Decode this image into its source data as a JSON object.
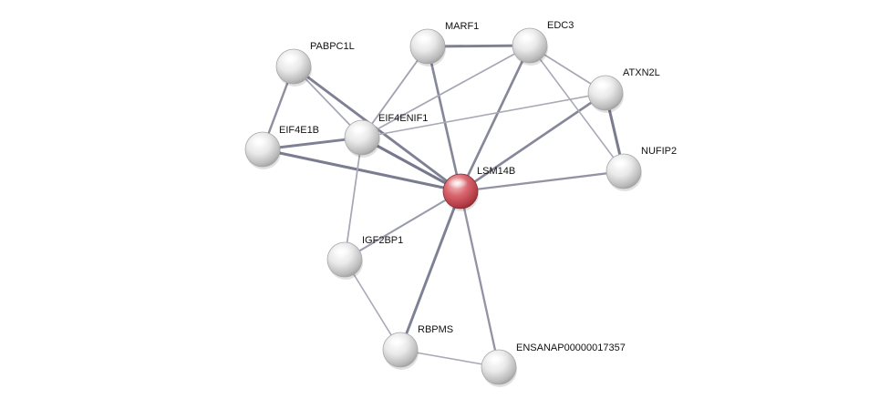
{
  "network": {
    "query_node": "LSM14B",
    "nodes": [
      {
        "id": "LSM14B",
        "label": "LSM14B",
        "query": true
      },
      {
        "id": "MARF1",
        "label": "MARF1",
        "query": false
      },
      {
        "id": "EDC3",
        "label": "EDC3",
        "query": false
      },
      {
        "id": "PABPC1L",
        "label": "PABPC1L",
        "query": false
      },
      {
        "id": "ATXN2L",
        "label": "ATXN2L",
        "query": false
      },
      {
        "id": "EIF4ENIF1",
        "label": "EIF4ENIF1",
        "query": false
      },
      {
        "id": "EIF4E1B",
        "label": "EIF4E1B",
        "query": false
      },
      {
        "id": "NUFIP2",
        "label": "NUFIP2",
        "query": false
      },
      {
        "id": "IGF2BP1",
        "label": "IGF2BP1",
        "query": false
      },
      {
        "id": "RBPMS",
        "label": "RBPMS",
        "query": false
      },
      {
        "id": "ENSANAP00000017357",
        "label": "ENSANAP00000017357",
        "query": false
      }
    ],
    "edges": [
      {
        "source": "LSM14B",
        "target": "MARF1",
        "strength": 0.7
      },
      {
        "source": "LSM14B",
        "target": "EDC3",
        "strength": 0.7
      },
      {
        "source": "LSM14B",
        "target": "ATXN2L",
        "strength": 0.7
      },
      {
        "source": "LSM14B",
        "target": "NUFIP2",
        "strength": 0.55
      },
      {
        "source": "LSM14B",
        "target": "EIF4ENIF1",
        "strength": 0.9
      },
      {
        "source": "LSM14B",
        "target": "EIF4E1B",
        "strength": 0.85
      },
      {
        "source": "LSM14B",
        "target": "PABPC1L",
        "strength": 0.8
      },
      {
        "source": "LSM14B",
        "target": "IGF2BP1",
        "strength": 0.45
      },
      {
        "source": "LSM14B",
        "target": "RBPMS",
        "strength": 0.8
      },
      {
        "source": "LSM14B",
        "target": "ENSANAP00000017357",
        "strength": 0.55
      },
      {
        "source": "MARF1",
        "target": "EDC3",
        "strength": 0.8
      },
      {
        "source": "MARF1",
        "target": "EIF4ENIF1",
        "strength": 0.35
      },
      {
        "source": "EDC3",
        "target": "EIF4ENIF1",
        "strength": 0.3
      },
      {
        "source": "EDC3",
        "target": "ATXN2L",
        "strength": 0.3
      },
      {
        "source": "EDC3",
        "target": "NUFIP2",
        "strength": 0.25
      },
      {
        "source": "ATXN2L",
        "target": "NUFIP2",
        "strength": 0.85
      },
      {
        "source": "ATXN2L",
        "target": "EIF4ENIF1",
        "strength": 0.25
      },
      {
        "source": "PABPC1L",
        "target": "EIF4E1B",
        "strength": 0.6
      },
      {
        "source": "PABPC1L",
        "target": "EIF4ENIF1",
        "strength": 0.3
      },
      {
        "source": "EIF4E1B",
        "target": "EIF4ENIF1",
        "strength": 0.8
      },
      {
        "source": "EIF4ENIF1",
        "target": "IGF2BP1",
        "strength": 0.3
      },
      {
        "source": "IGF2BP1",
        "target": "RBPMS",
        "strength": 0.25
      },
      {
        "source": "RBPMS",
        "target": "ENSANAP00000017357",
        "strength": 0.25
      }
    ]
  },
  "colors": {
    "query_node": "#c94a53",
    "neighbor_node": "#e2e2e2",
    "edge_strong": "#6e7186",
    "edge_weak": "#bdbdc7"
  }
}
